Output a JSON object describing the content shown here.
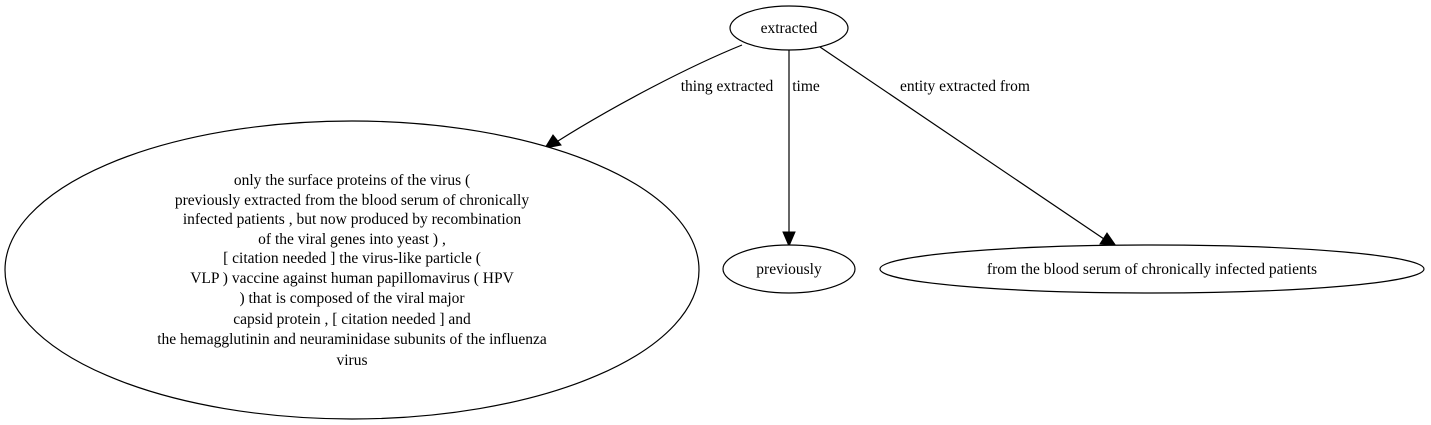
{
  "graph": {
    "root": {
      "label": "extracted"
    },
    "nodes": {
      "surface_proteins": {
        "lines": [
          "only the surface proteins of the virus (",
          "previously extracted from the blood serum of chronically",
          "infected patients , but now produced by recombination",
          "of the viral genes into yeast ) ,",
          "[ citation needed ] the virus-like particle (",
          "VLP ) vaccine against human papillomavirus ( HPV",
          ") that is composed of the viral major",
          "capsid protein , [ citation needed ] and",
          "the hemagglutinin and neuraminidase subunits of the influenza",
          "virus"
        ]
      },
      "previously": {
        "label": "previously"
      },
      "blood_serum": {
        "label": "from the blood serum of chronically infected patients"
      }
    },
    "edges": {
      "thing": {
        "label": "thing extracted"
      },
      "time": {
        "label": "time"
      },
      "entity": {
        "label": "entity extracted from"
      }
    }
  }
}
